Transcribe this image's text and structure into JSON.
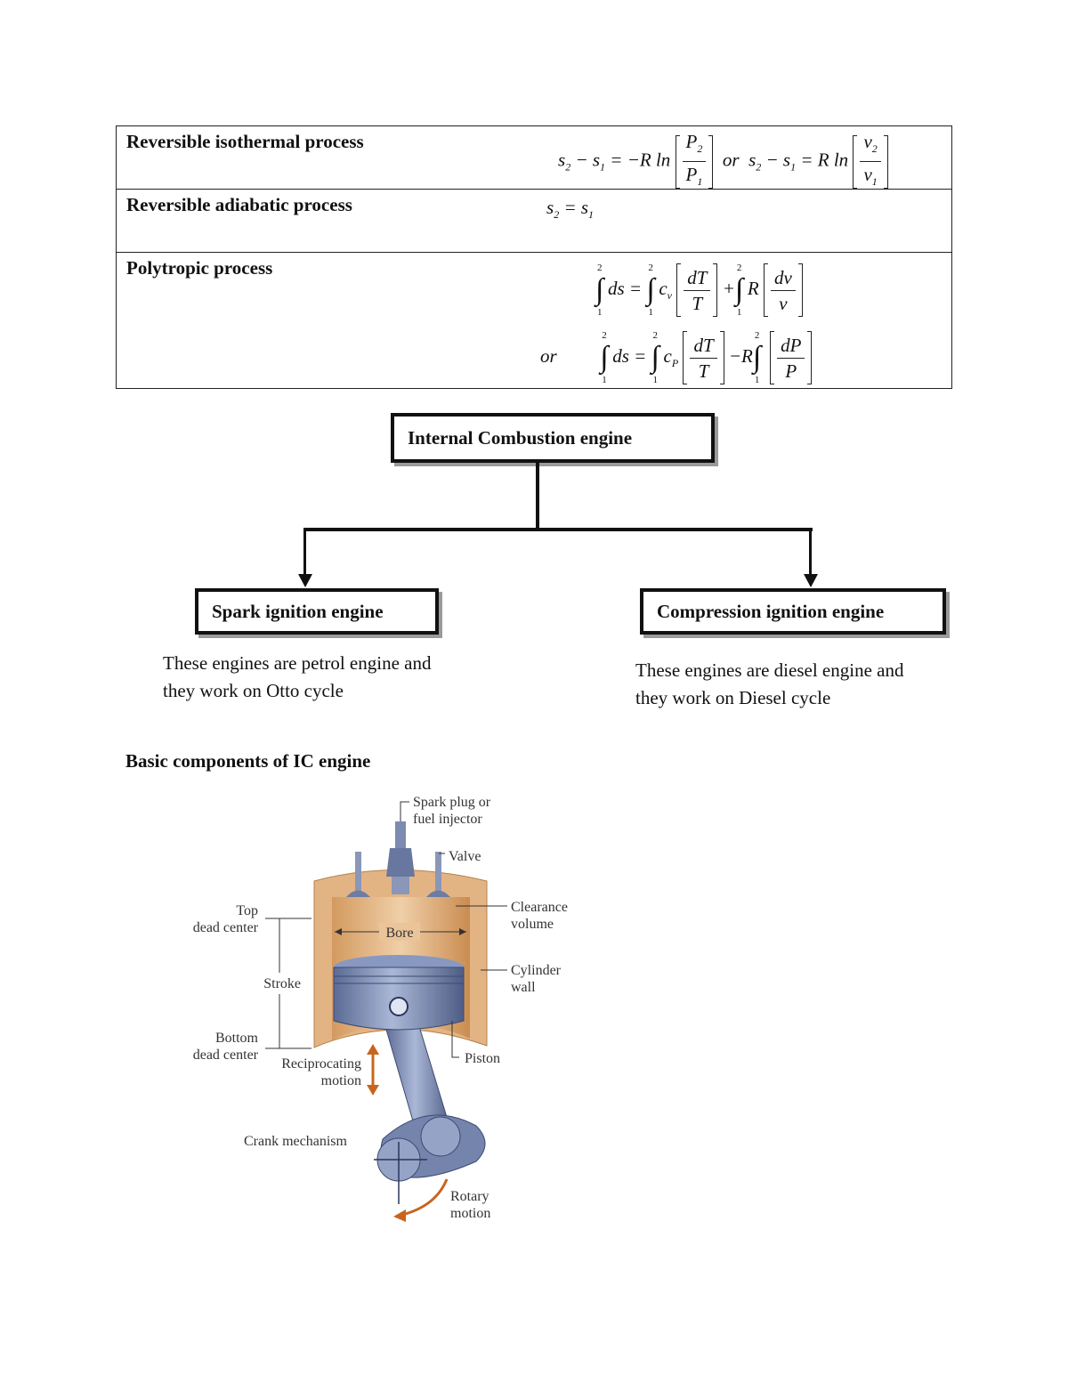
{
  "table": {
    "rows": [
      {
        "label": "Reversible isothermal process"
      },
      {
        "label": "Reversible adiabatic process"
      },
      {
        "label": "Polytropic process"
      }
    ],
    "or_word": "or"
  },
  "flowchart": {
    "root": "Internal Combustion engine",
    "left": {
      "title": "Spark ignition engine",
      "desc_line1": "These engines are petrol engine and",
      "desc_line2": "they work on Otto cycle"
    },
    "right": {
      "title": "Compression ignition engine",
      "desc_line1": "These engines are diesel engine and",
      "desc_line2": "they work on Diesel cycle"
    }
  },
  "components": {
    "heading": "Basic components of IC engine",
    "labels": {
      "spark1": "Spark plug or",
      "spark2": "fuel injector",
      "valve": "Valve",
      "top1": "Top",
      "top2": "dead center",
      "bore": "Bore",
      "clear1": "Clearance",
      "clear2": "volume",
      "stroke": "Stroke",
      "cyl1": "Cylinder",
      "cyl2": "wall",
      "bot1": "Bottom",
      "bot2": "dead center",
      "recip1": "Reciprocating",
      "recip2": "motion",
      "piston": "Piston",
      "crank": "Crank mechanism",
      "rot1": "Rotary",
      "rot2": "motion"
    },
    "colors": {
      "cylinder": "#e3b483",
      "piston": "#8090b4",
      "arrow": "#c8641e"
    }
  }
}
